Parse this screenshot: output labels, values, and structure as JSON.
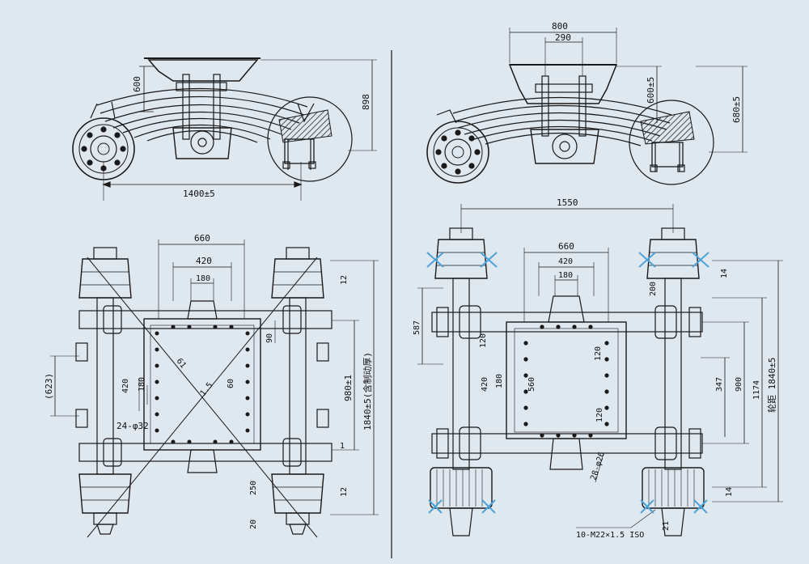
{
  "colors": {
    "background": "#dfe7ef",
    "line": "#1a1a1a",
    "hatch": "#2a2a2a",
    "callout": "#4aa3d8"
  },
  "left_side_view": {
    "dim_height": "600",
    "dim_total": "898",
    "dim_wheelbase": "1400±5"
  },
  "right_side_view": {
    "dim_top_outer": "800",
    "dim_top_inner": "290",
    "dim_inner_height": "600±5",
    "dim_outer_height": "680±5"
  },
  "left_plan_view": {
    "dim_660": "660",
    "dim_420": "420",
    "dim_180": "180",
    "dim_12_top": "12",
    "dim_12_bottom": "12",
    "dim_90": "90",
    "dim_60": "60",
    "dim_420_mid": "420",
    "dim_180_mid": "180",
    "dim_623": "(623)",
    "dim_980": "980±1",
    "dim_1840": "1840±5(含制动厚)",
    "dim_holes": "24-φ32",
    "dim_250": "250",
    "dim_20": "20",
    "dim_1": "1",
    "diag_a": "61",
    "diag_b": "1.5"
  },
  "right_plan_view": {
    "dim_1550": "1550",
    "dim_660": "660",
    "dim_420": "420",
    "dim_180": "180",
    "dim_200": "200",
    "dim_14_top": "14",
    "dim_14_bottom": "14",
    "dim_587": "587",
    "dim_120_a": "120",
    "dim_120_b": "120",
    "dim_120_c": "120",
    "dim_420_mid": "420",
    "dim_180_mid": "180",
    "dim_560": "560",
    "dim_347": "347",
    "dim_900": "900",
    "dim_1174": "1174",
    "dim_track": "轮距 1840±5",
    "dim_holes": "28-φ26",
    "dim_bolts": "10-M22×1.5 ISO",
    "dim_21": "21"
  }
}
